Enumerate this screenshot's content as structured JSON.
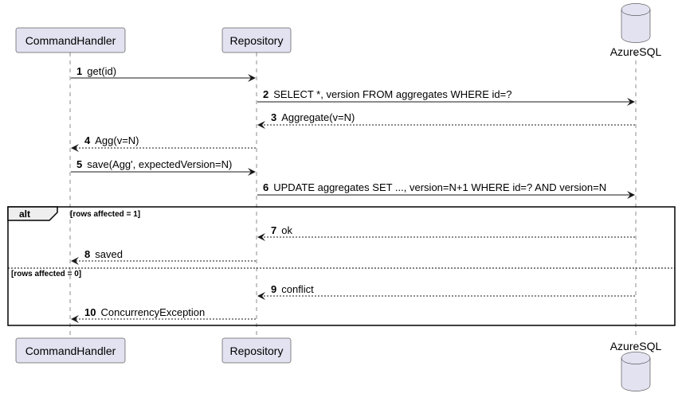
{
  "participants": [
    {
      "id": "handler",
      "name": "CommandHandler",
      "kind": "participant"
    },
    {
      "id": "repo",
      "name": "Repository",
      "kind": "participant"
    },
    {
      "id": "azure",
      "name": "AzureSQL",
      "kind": "database"
    }
  ],
  "messages": [
    {
      "num": "1",
      "text": "get(id)",
      "from": "handler",
      "to": "repo",
      "style": "solid"
    },
    {
      "num": "2",
      "text": "SELECT *, version FROM aggregates WHERE id=?",
      "from": "repo",
      "to": "azure",
      "style": "solid"
    },
    {
      "num": "3",
      "text": "Aggregate(v=N)",
      "from": "azure",
      "to": "repo",
      "style": "dashed"
    },
    {
      "num": "4",
      "text": "Agg(v=N)",
      "from": "repo",
      "to": "handler",
      "style": "dashed"
    },
    {
      "num": "5",
      "text": "save(Agg', expectedVersion=N)",
      "from": "handler",
      "to": "repo",
      "style": "solid"
    },
    {
      "num": "6",
      "text": "UPDATE aggregates SET ..., version=N+1 WHERE id=? AND version=N",
      "from": "repo",
      "to": "azure",
      "style": "solid"
    },
    {
      "num": "7",
      "text": "ok",
      "from": "azure",
      "to": "repo",
      "style": "dashed"
    },
    {
      "num": "8",
      "text": "saved",
      "from": "repo",
      "to": "handler",
      "style": "dashed"
    },
    {
      "num": "9",
      "text": "conflict",
      "from": "azure",
      "to": "repo",
      "style": "dashed"
    },
    {
      "num": "10",
      "text": "ConcurrencyException",
      "from": "repo",
      "to": "handler",
      "style": "dashed"
    }
  ],
  "fragment": {
    "keyword": "alt",
    "guard_main": "[rows affected = 1]",
    "guard_else": "[rows affected = 0]"
  },
  "colors": {
    "participant_fill": "#E2E2F0",
    "participant_border": "#181818",
    "line": "#181818",
    "fragment_fill": "#EEEEEE"
  }
}
